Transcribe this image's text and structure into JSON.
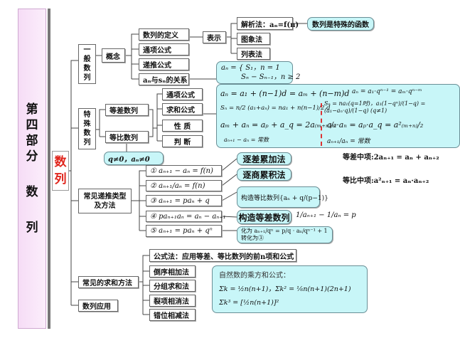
{
  "side_title": {
    "line1": [
      "第",
      "四",
      "部",
      "分"
    ],
    "line2": [
      "数",
      "列"
    ]
  },
  "main_node": [
    "数",
    "列"
  ],
  "general": {
    "label": [
      "一",
      "般",
      "数",
      "列"
    ],
    "concept": "概念",
    "items": [
      "数列的定义",
      "通项公式",
      "递推公式",
      "aₙ与sₙ的关系"
    ],
    "show": "表示",
    "methods": [
      "解析法：aₙ=f(n)",
      "图象法",
      "列表法"
    ],
    "function_note": "数列是特殊的函数",
    "an_sn": [
      "aₙ = { S₁，n = 1",
      "Sₙ − Sₙ₋₁，n ≥ 2"
    ]
  },
  "special": {
    "label": [
      "特",
      "殊",
      "数",
      "列"
    ],
    "arith": "等差数列",
    "geom": "等比数列",
    "aspects": [
      "通项公式",
      "求和公式",
      "性 质",
      "判 断"
    ],
    "arith_formulas": [
      "aₙ = a₁ + (n−1)d = aₘ + (n−m)d",
      "Sₙ = n/2 (a₁+aₙ) = na₁ + n(n−1)/2 d",
      "aₘ + aₙ = aₚ + a_q = 2a₍ₘ₊ₙ₎/₂",
      "aₙ₊₁ − aₙ = 常数"
    ],
    "geom_formulas": [
      "aₙ = a₁·qⁿ⁻¹ = aₘ·qⁿ⁻ᵐ",
      "Sₙ = na₁(q=1时)，a₁(1−qⁿ)/(1−q) = (a₁−aₙ·q)/(1−q) (q≠1)",
      "aₘ·aₙ = aₚ·a_q = a²₍ₘ₊ₙ₎/₂",
      "aₙ₊₁/aₙ = 常数"
    ],
    "condition": "q≠0，aₙ≠0",
    "arith_mean": "等差中项:2aₙ₊₁ = aₙ + aₙ₊₂",
    "geom_mean": "等比中项:a²ₙ₊₁ = aₙ·aₙ₊₂"
  },
  "recursion": {
    "label": [
      "常见递推类型",
      "及方法"
    ],
    "types": [
      "① aₙ₊₁ − aₙ = f(n)",
      "② aₙ₊₁/aₙ = f(n)",
      "③ aₙ₊₁ = paₙ + q",
      "④ paₙ₊₁aₙ = aₙ − aₙ₊₁",
      "⑤ aₙ₊₁ = paₙ + qⁿ"
    ],
    "methods": [
      "逐差累加法",
      "逐商累积法",
      "构造等比数列{aₙ + q/(p−1)}",
      "构造等差数列",
      "化为 aₙ₊₁/qⁿ = p/q · aₙ/qⁿ⁻¹ + 1转化为③"
    ],
    "arith_construct_formula": "1/aₙ₊₁ − 1/aₙ = p"
  },
  "summation": {
    "label": "常见的求和方法",
    "methods": [
      "公式法：应用等差、等比数列的前n项和公式",
      "倒序相加法",
      "分组求和法",
      "裂项相消法",
      "错位相减法"
    ],
    "natural_title": "自然数的乘方和公式：",
    "natural_formulas": [
      "Σk = ½n(n+1)，Σk² = ⅙n(n+1)(2n+1)",
      "Σk³ = [½n(n+1)]²"
    ]
  },
  "application": "数列应用"
}
